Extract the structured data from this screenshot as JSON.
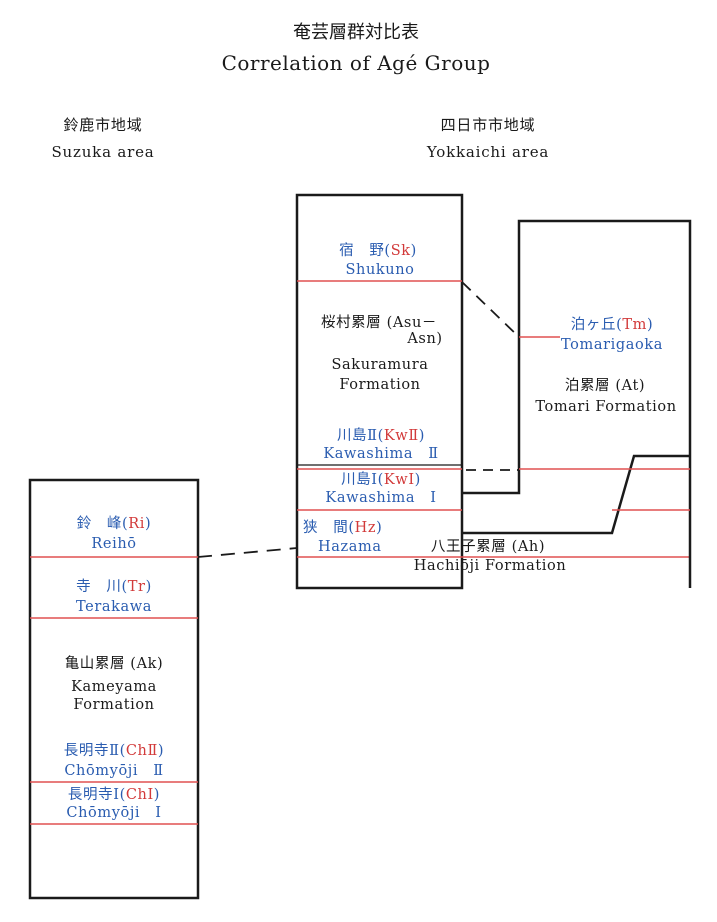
{
  "title_jp": "奄芸層群対比表",
  "title_en": "Correlation of Agé Group",
  "suzuka": {
    "header_jp": "鈴鹿市地域",
    "header_en": "Suzuka area",
    "reiho": {
      "jp": "鈴　峰",
      "code": "Ri",
      "en": "Reihō"
    },
    "terakawa": {
      "jp": "寺　川",
      "code": "Tr",
      "en": "Terakawa"
    },
    "kameyama": {
      "jp": "亀山累層 (Ak)",
      "en1": "Kameyama",
      "en2": "Formation"
    },
    "chomyoji2": {
      "jp": "長明寺Ⅱ",
      "code": "ChⅡ",
      "en": "Chōmyōji　Ⅱ"
    },
    "chomyoji1": {
      "jp": "長明寺Ⅰ",
      "code": "ChⅠ",
      "en": "Chōmyōji　Ⅰ"
    }
  },
  "yokkaichi": {
    "header_jp": "四日市市地域",
    "header_en": "Yokkaichi area",
    "shukuno": {
      "jp": "宿　野",
      "code": "Sk",
      "en": "Shukuno"
    },
    "sakuramura": {
      "jp1": "桜村累層 (Asu－",
      "jp2": "Asn)",
      "en1": "Sakuramura",
      "en2": "Formation"
    },
    "kawashima2": {
      "jp": "川島Ⅱ",
      "code": "KwⅡ",
      "en": "Kawashima　Ⅱ"
    },
    "kawashima1": {
      "jp": "川島Ⅰ",
      "code": "KwⅠ",
      "en": "Kawashima　Ⅰ"
    },
    "hazama": {
      "jp": "狭　間",
      "code": "Hz",
      "en": "Hazama"
    },
    "hachioji": {
      "jp": "八王子累層 (Ah)",
      "en": "Hachiōji Formation"
    },
    "tomarigaoka": {
      "jp": "泊ヶ丘",
      "code": "Tm",
      "en": "Tomarigaoka"
    },
    "tomari": {
      "jp": "泊累層 (At)",
      "en": "Tomari Formation"
    }
  },
  "colors": {
    "line": "#1a1a1a",
    "marker": "#e05050",
    "name": "#2a5cb0",
    "code": "#d23a3a"
  }
}
